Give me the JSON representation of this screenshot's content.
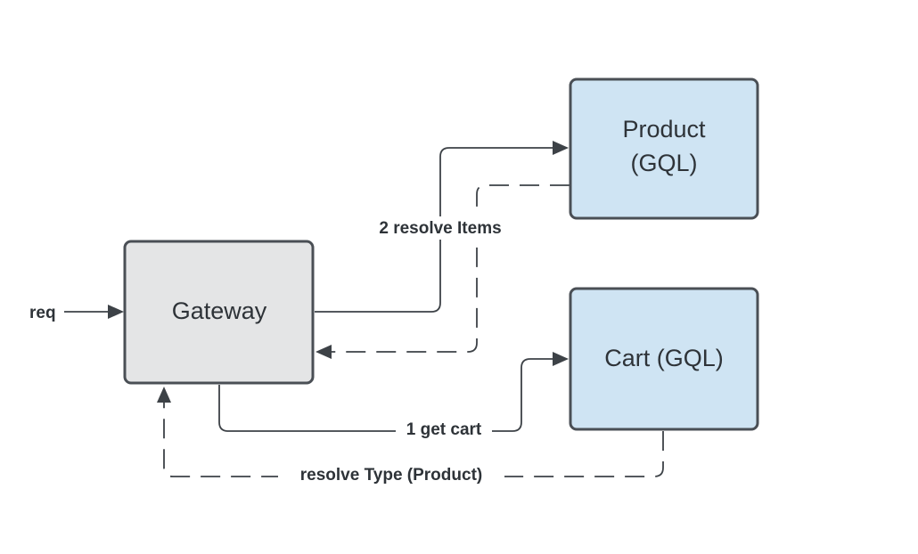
{
  "diagram": {
    "colors": {
      "gateway_fill": "#e4e5e6",
      "service_fill": "#cfe4f3",
      "border": "#4a4f55",
      "edge": "#3d4247"
    },
    "nodes": {
      "gateway": {
        "label": "Gateway"
      },
      "product": {
        "label_line1": "Product",
        "label_line2": "(GQL)"
      },
      "cart": {
        "label": "Cart (GQL)"
      }
    },
    "edges": {
      "request": {
        "label": "req",
        "style": "solid"
      },
      "get_cart": {
        "label": "1 get cart",
        "style": "solid",
        "from": "Gateway",
        "to": "Cart (GQL)"
      },
      "resolve_items": {
        "label": "2 resolve Items",
        "style": "solid",
        "from": "Gateway",
        "to": "Product (GQL)"
      },
      "product_return": {
        "style": "dashed",
        "from": "Product (GQL)",
        "to": "Gateway"
      },
      "resolve_type": {
        "label": "resolve Type (Product)",
        "style": "dashed",
        "from": "Cart (GQL)",
        "to": "Gateway"
      }
    }
  }
}
